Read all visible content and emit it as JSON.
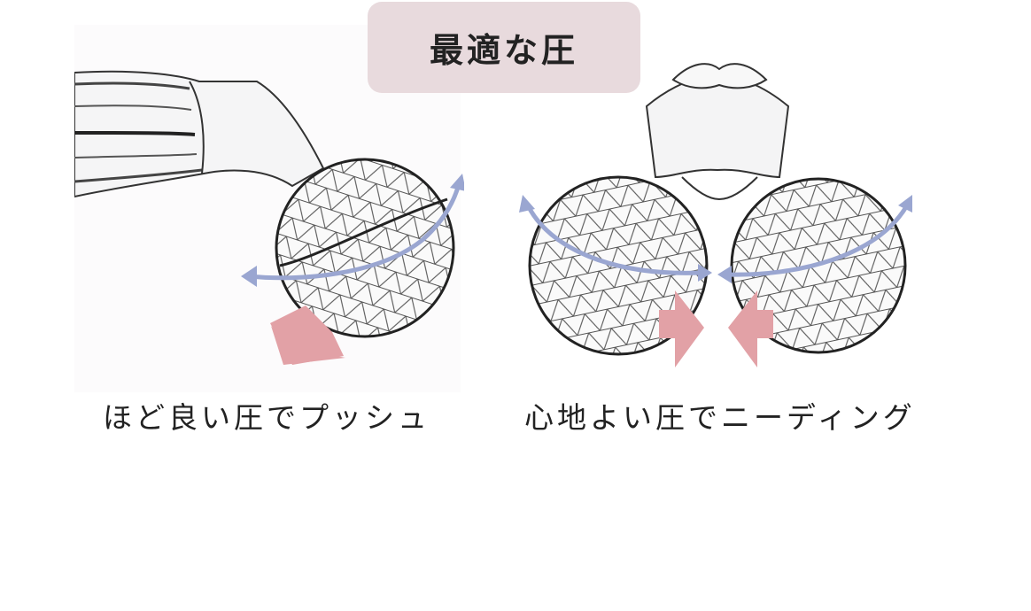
{
  "title": "最適な圧",
  "panels": [
    {
      "caption": "ほど良い圧でプッシュ"
    },
    {
      "caption": "心地よい圧でニーディング"
    }
  ],
  "colors": {
    "title_badge": "#e8dadd",
    "arrow_pink": "#e2a1a6",
    "arrow_blue": "#9aa6d1",
    "text": "#222222"
  }
}
